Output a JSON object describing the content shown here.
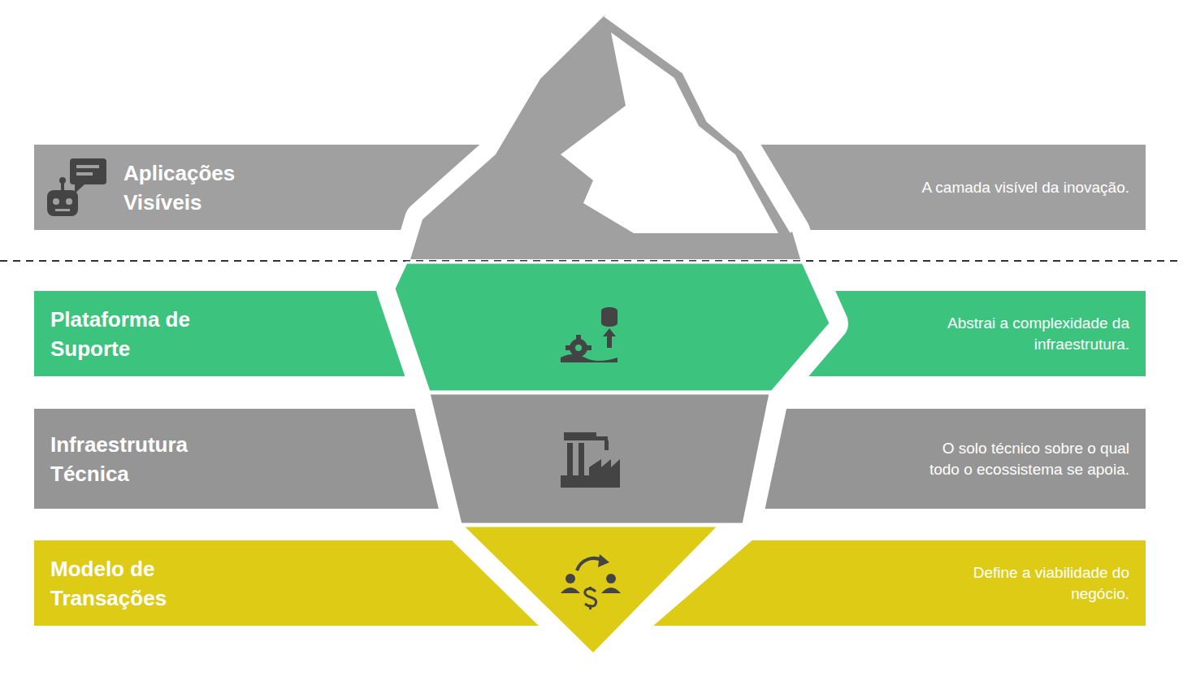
{
  "diagram": {
    "nodes": [
      {
        "text": [
          "Aplicações Visíveis",
          "A camada visível da inovação."
        ]
      },
      {
        "text": [
          "Plataforma de Suporte",
          "Abstrai a complexidade da infraestrutura."
        ]
      },
      {
        "text": [
          "Infraestrutura Técnica",
          "O solo técnico sobre o qual todo o ecossistema se apoia."
        ]
      },
      {
        "text": [
          "Modelo de Transações",
          "Define a viabilidade do negócio."
        ]
      }
    ]
  }
}
